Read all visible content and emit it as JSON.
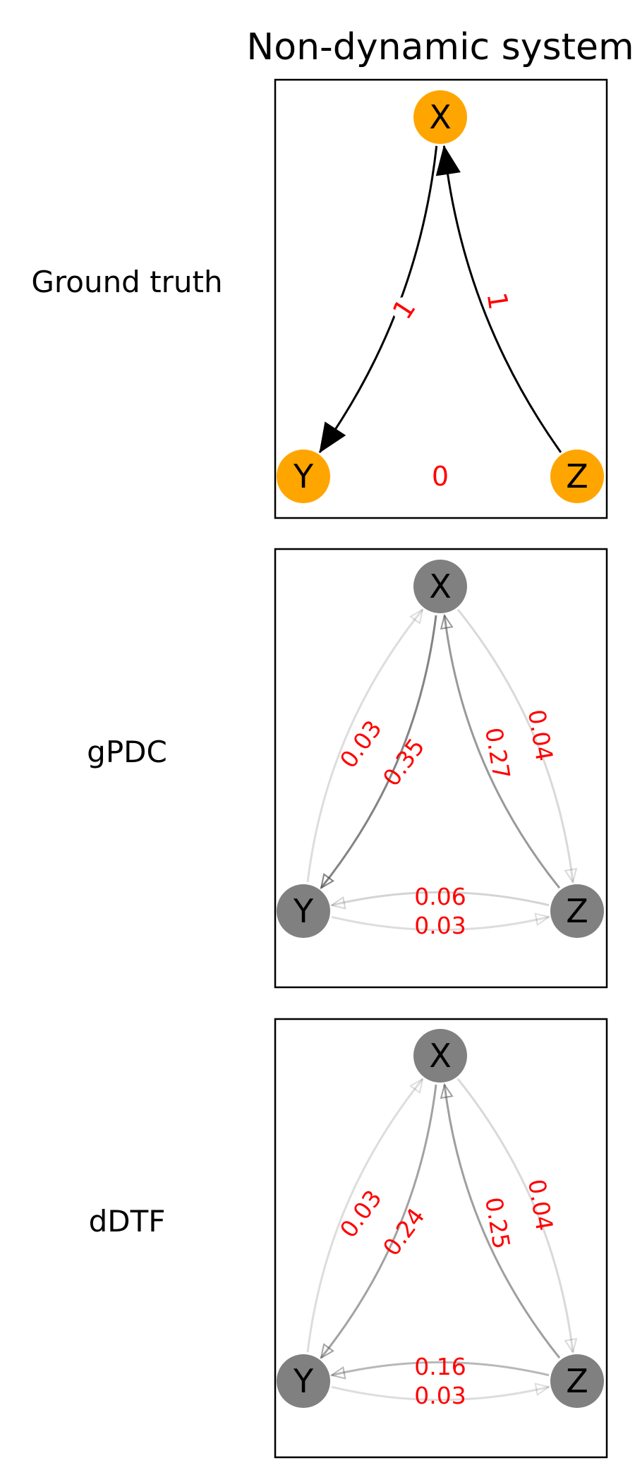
{
  "figure": {
    "title": "Non-dynamic system"
  },
  "nodes": [
    "X",
    "Y",
    "Z"
  ],
  "panels": [
    {
      "id": "ground-truth",
      "row_label": "Ground truth",
      "node_color": "#ffa500",
      "edges": [
        {
          "from": "X",
          "to": "Y",
          "weight": 1,
          "label": "1",
          "opacity": 1.0
        },
        {
          "from": "Z",
          "to": "X",
          "weight": 1,
          "label": "1",
          "opacity": 1.0
        }
      ],
      "center_label": "0"
    },
    {
      "id": "gpdc",
      "row_label": "gPDC",
      "node_color": "#808080",
      "edges": [
        {
          "from": "X",
          "to": "Y",
          "weight": 0.35,
          "label": "0.35"
        },
        {
          "from": "Y",
          "to": "X",
          "weight": 0.03,
          "label": "0.03"
        },
        {
          "from": "Z",
          "to": "X",
          "weight": 0.27,
          "label": "0.27"
        },
        {
          "from": "X",
          "to": "Z",
          "weight": 0.04,
          "label": "0.04"
        },
        {
          "from": "Z",
          "to": "Y",
          "weight": 0.06,
          "label": "0.06"
        },
        {
          "from": "Y",
          "to": "Z",
          "weight": 0.03,
          "label": "0.03"
        }
      ]
    },
    {
      "id": "ddtf",
      "row_label": "dDTF",
      "node_color": "#808080",
      "edges": [
        {
          "from": "X",
          "to": "Y",
          "weight": 0.24,
          "label": "0.24"
        },
        {
          "from": "Y",
          "to": "X",
          "weight": 0.03,
          "label": "0.03"
        },
        {
          "from": "Z",
          "to": "X",
          "weight": 0.25,
          "label": "0.25"
        },
        {
          "from": "X",
          "to": "Z",
          "weight": 0.04,
          "label": "0.04"
        },
        {
          "from": "Z",
          "to": "Y",
          "weight": 0.16,
          "label": "0.16"
        },
        {
          "from": "Y",
          "to": "Z",
          "weight": 0.03,
          "label": "0.03"
        }
      ]
    }
  ],
  "colors": {
    "edge_label": "#ff0000",
    "edge": "#000000",
    "frame": "#000000",
    "ground_truth_node": "#ffa500",
    "estimate_node": "#808080"
  }
}
